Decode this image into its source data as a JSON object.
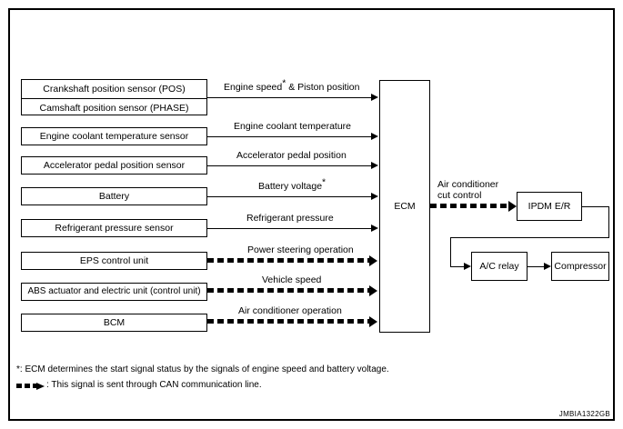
{
  "figure": {
    "id_label": "JMBIA1322GB"
  },
  "left_sources": [
    {
      "name": "crankshaft-position-sensor",
      "label": "Crankshaft position sensor (POS)"
    },
    {
      "name": "camshaft-position-sensor",
      "label": "Camshaft position sensor (PHASE)"
    },
    {
      "name": "engine-coolant-temperature-sensor",
      "label": "Engine coolant temperature sensor"
    },
    {
      "name": "accelerator-pedal-position-sensor",
      "label": "Accelerator pedal position sensor"
    },
    {
      "name": "battery",
      "label": "Battery"
    },
    {
      "name": "refrigerant-pressure-sensor",
      "label": "Refrigerant pressure sensor"
    },
    {
      "name": "eps-control-unit",
      "label": "EPS control unit"
    },
    {
      "name": "abs-actuator-and-electric-unit",
      "label": "ABS actuator and electric unit (control unit)"
    },
    {
      "name": "bcm",
      "label": "BCM"
    }
  ],
  "signals": [
    {
      "name": "engine-speed-piston-position",
      "label": "Engine speed",
      "label_suffix": " & Piston position",
      "starred": true,
      "can": false
    },
    {
      "name": "engine-coolant-temperature",
      "label": "Engine coolant temperature",
      "starred": false,
      "can": false
    },
    {
      "name": "accelerator-pedal-position",
      "label": "Accelerator pedal position",
      "starred": false,
      "can": false
    },
    {
      "name": "battery-voltage",
      "label": "Battery voltage",
      "starred": true,
      "can": false
    },
    {
      "name": "refrigerant-pressure",
      "label": "Refrigerant pressure",
      "starred": false,
      "can": false
    },
    {
      "name": "power-steering-operation",
      "label": "Power steering operation",
      "starred": false,
      "can": true
    },
    {
      "name": "vehicle-speed",
      "label": "Vehicle speed",
      "starred": false,
      "can": true
    },
    {
      "name": "air-conditioner-operation",
      "label": "Air conditioner operation",
      "starred": false,
      "can": true
    }
  ],
  "ecm": {
    "label": "ECM"
  },
  "output": {
    "cut_control_line1": "Air conditioner",
    "cut_control_line2": "cut control",
    "ipdm": "IPDM E/R",
    "ac_relay": "A/C relay",
    "compressor": "Compressor"
  },
  "notes": {
    "asterisk": "*: ECM determines the start signal status by the signals of engine speed and battery voltage.",
    "can_legend": ": This signal is sent through CAN communication line."
  }
}
